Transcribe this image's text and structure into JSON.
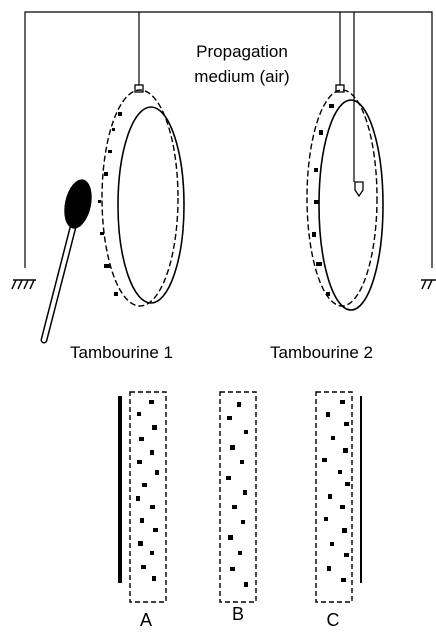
{
  "labels": {
    "medium_line1": "Propagation",
    "medium_line2": "medium (air)",
    "tambourine1": "Tambourine 1",
    "tambourine2": "Tambourine 2",
    "panel_a": "A",
    "panel_b": "B",
    "panel_c": "C"
  }
}
